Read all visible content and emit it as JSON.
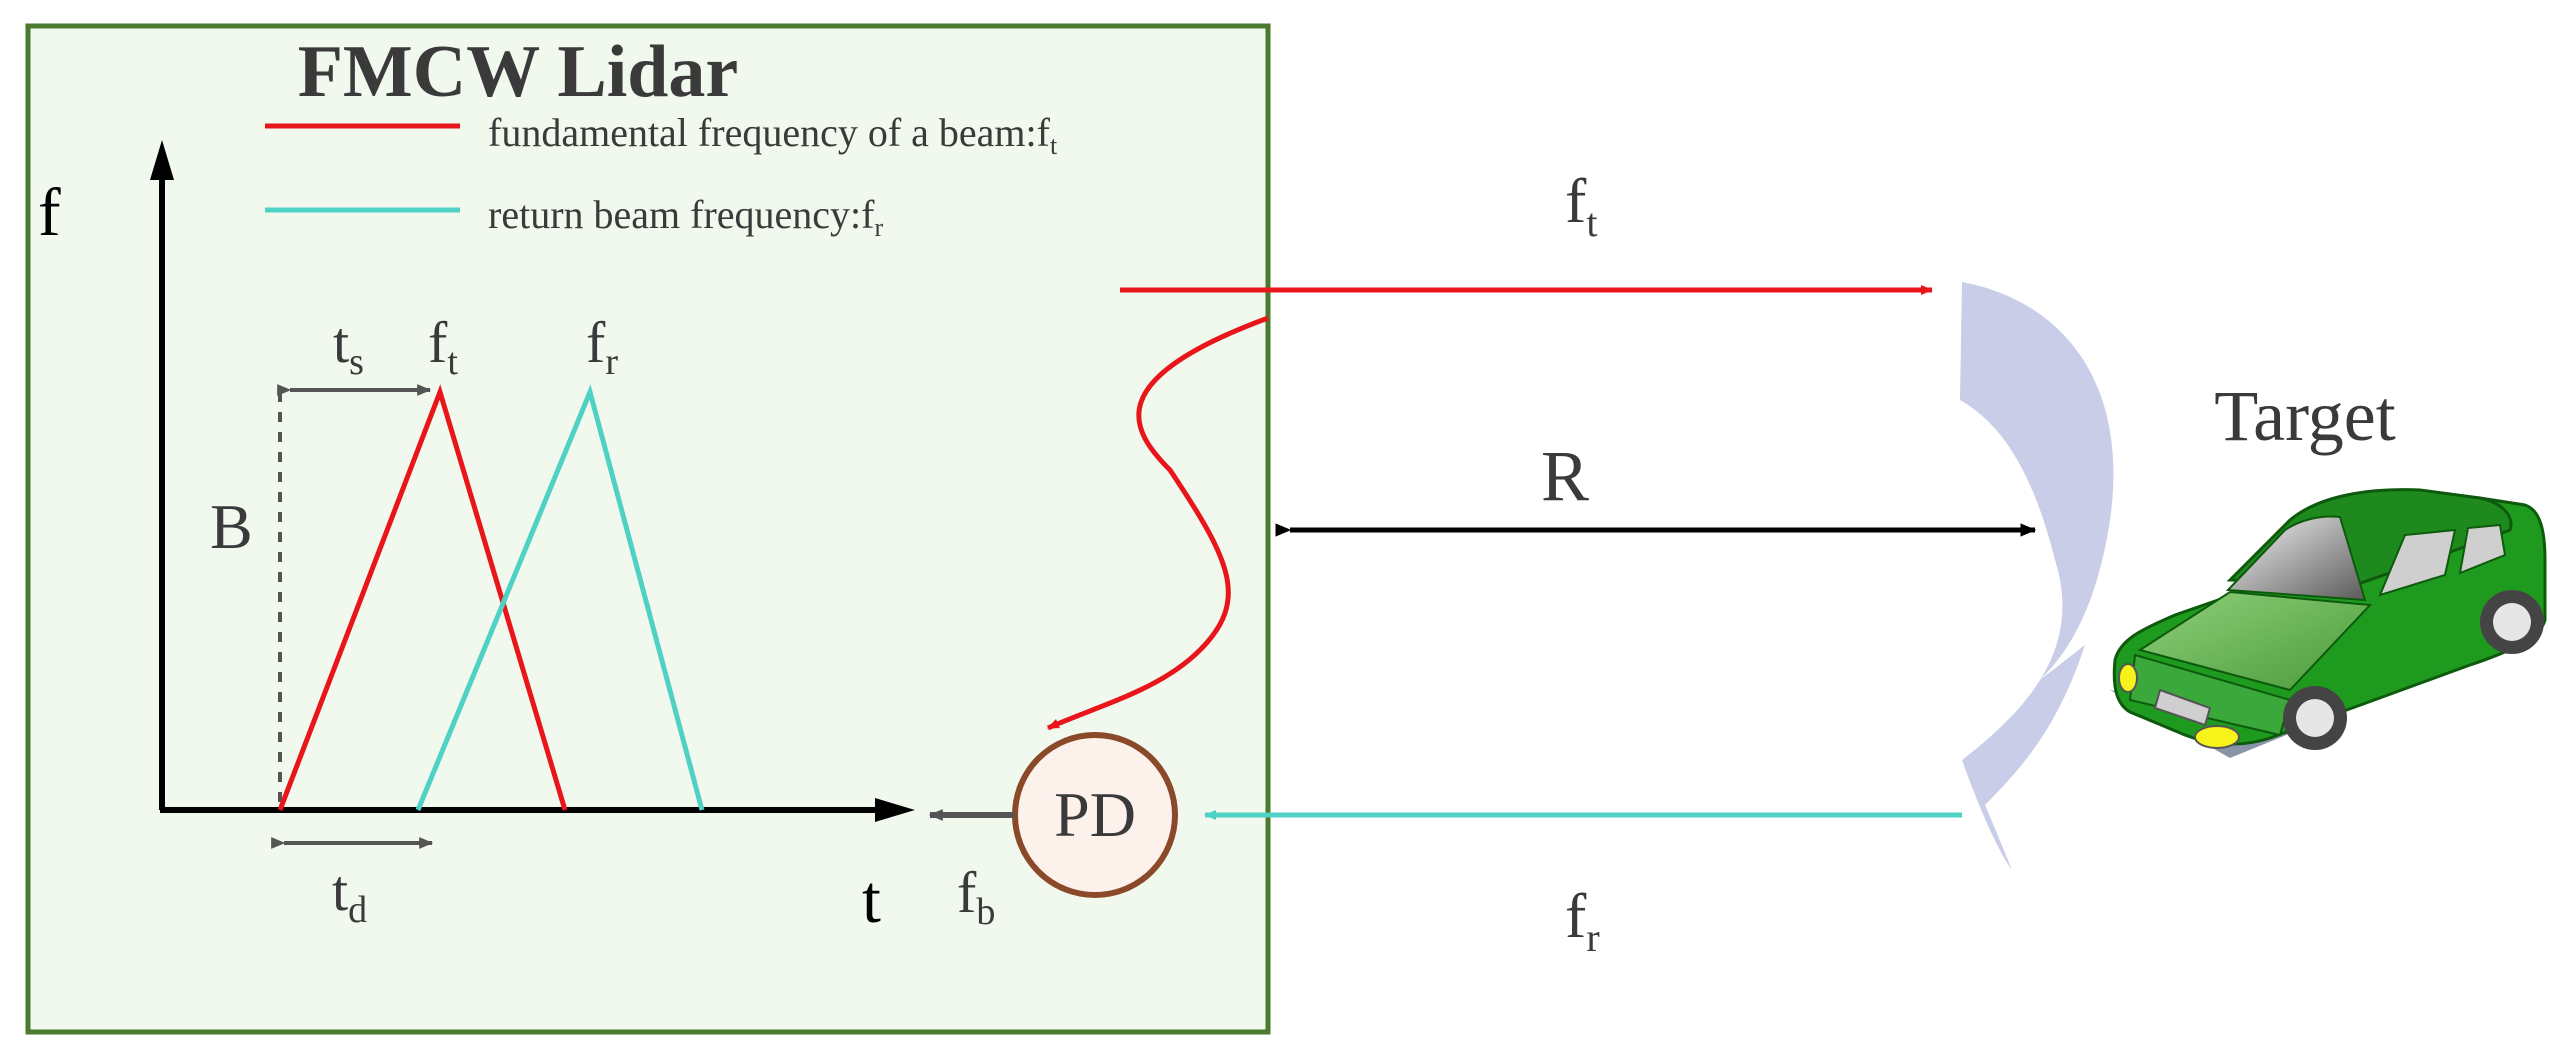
{
  "title": "FMCW Lidar",
  "legend": [
    {
      "text": "fundamental frequency of a beam:f",
      "sub": "t",
      "color": "#e8161b"
    },
    {
      "text": "return beam frequency:f",
      "sub": "r",
      "color": "#4fd1c5"
    }
  ],
  "axes": {
    "y": "f",
    "x": "t"
  },
  "plot_labels": {
    "ts_base": "t",
    "ts_sub": "s",
    "ft_base": "f",
    "ft_sub": "t",
    "fr_base": "f",
    "fr_sub": "r",
    "B": "B",
    "td_base": "t",
    "td_sub": "d",
    "fb_base": "f",
    "fb_sub": "b"
  },
  "detector": "PD",
  "beams": {
    "out_base": "f",
    "out_sub": "t",
    "range": "R",
    "return_base": "f",
    "return_sub": "r"
  },
  "target": "Target",
  "colors": {
    "transmit": "#e8161b",
    "return": "#4fd1c5",
    "panel_fill": "#f1f8ee",
    "panel_border": "#4a7a2e",
    "pd_border": "#8a4a2a",
    "pd_fill": "#fdf1ec",
    "reflector": "#c9cde8",
    "car_body": "#1e9a1e"
  }
}
